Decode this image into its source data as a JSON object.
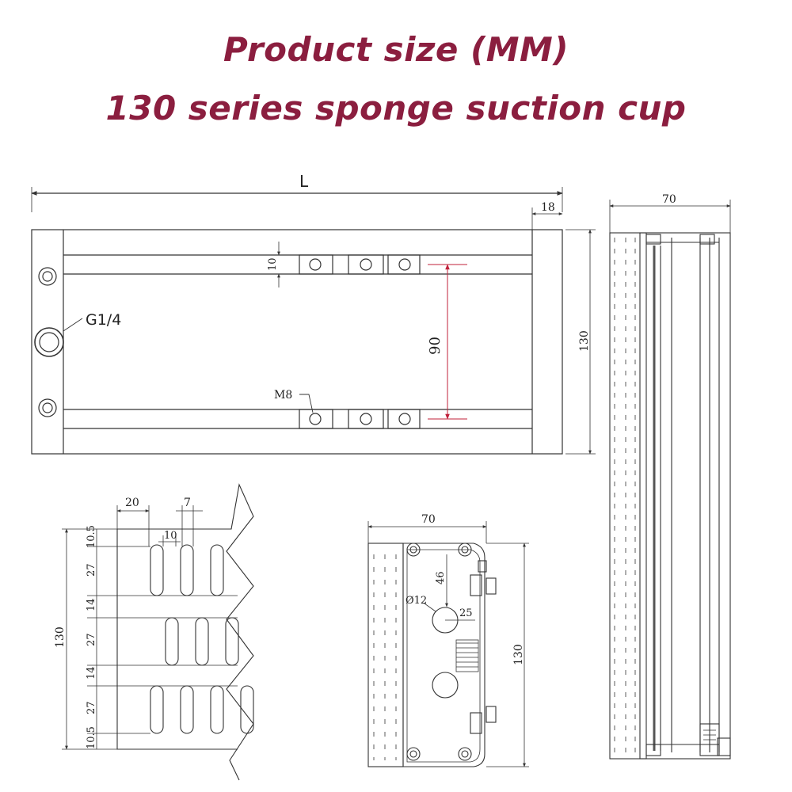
{
  "header": {
    "title_line1": "Product size (MM)",
    "title_line2": "130 series sponge suction cup"
  },
  "top_view": {
    "length_label": "L",
    "end_width": "18",
    "rail_width": "10",
    "hole_spacing": "90",
    "height": "130",
    "port_label": "G1/4",
    "thread_label": "M8"
  },
  "side_view": {
    "width": "70"
  },
  "sponge_view": {
    "pitch": "20",
    "slot_width": "7",
    "slot_gap": "10",
    "row_dims": [
      "10.5",
      "27",
      "14",
      "27",
      "14",
      "27",
      "10.5"
    ],
    "total_height": "130"
  },
  "end_view": {
    "width": "70",
    "hole_offset_v": "46",
    "hole_diameter": "Ø12",
    "hole_offset_h": "25",
    "height": "130"
  },
  "colors": {
    "title": "#8b1e3f",
    "dimension_red": "#c0203a",
    "line": "#333333"
  }
}
